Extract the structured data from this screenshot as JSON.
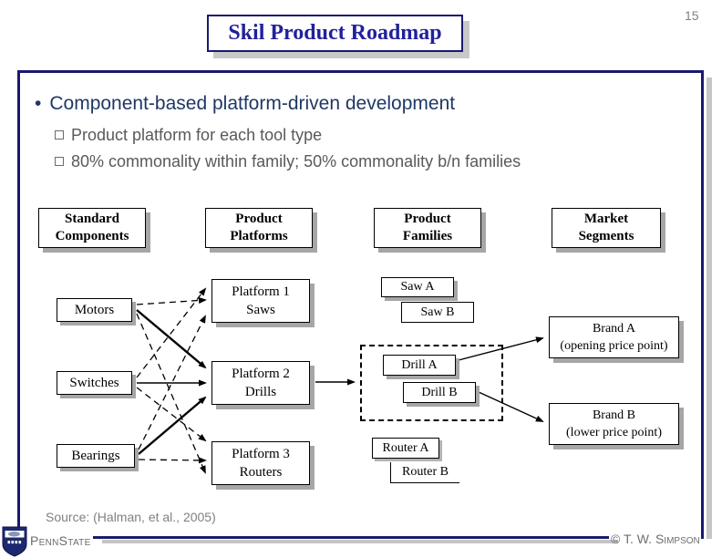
{
  "slide": {
    "page_number": "15",
    "title": "Skil Product Roadmap"
  },
  "bullets": {
    "marker": "•",
    "main": "Component-based platform-driven development",
    "sub1": "Product platform for each tool type",
    "sub2": "80% commonality within family; 50% commonality b/n families"
  },
  "diagram": {
    "headers": [
      {
        "line1": "Standard",
        "line2": "Components"
      },
      {
        "line1": "Product",
        "line2": "Platforms"
      },
      {
        "line1": "Product",
        "line2": "Families"
      },
      {
        "line1": "Market",
        "line2": "Segments"
      }
    ],
    "components": [
      "Motors",
      "Switches",
      "Bearings"
    ],
    "platforms": [
      {
        "line1": "Platform 1",
        "line2": "Saws"
      },
      {
        "line1": "Platform 2",
        "line2": "Drills"
      },
      {
        "line1": "Platform 3",
        "line2": "Routers"
      }
    ],
    "products": {
      "saw_a": "Saw A",
      "saw_b": "Saw B",
      "drill_a": "Drill A",
      "drill_b": "Drill B",
      "router_a": "Router A",
      "router_b": "Router B"
    },
    "brands": [
      {
        "name": "Brand A",
        "qualifier": "(opening price point)"
      },
      {
        "name": "Brand B",
        "qualifier": "(lower price point)"
      }
    ]
  },
  "footer": {
    "source": "Source: (Halman, et al., 2005)",
    "logo_text": "PennState",
    "copyright": "© T. W. Simpson"
  },
  "colors": {
    "frame_navy": "#1a1a6e",
    "title_text_blue": "#21219c",
    "bullet_navy": "#1f3864",
    "sub_bullet_gray": "#595959",
    "muted_gray": "#808080",
    "shadow_gray": "#c6c6c6",
    "box_shadow_gray": "#a6a6a6",
    "diagram_black": "#000000"
  }
}
